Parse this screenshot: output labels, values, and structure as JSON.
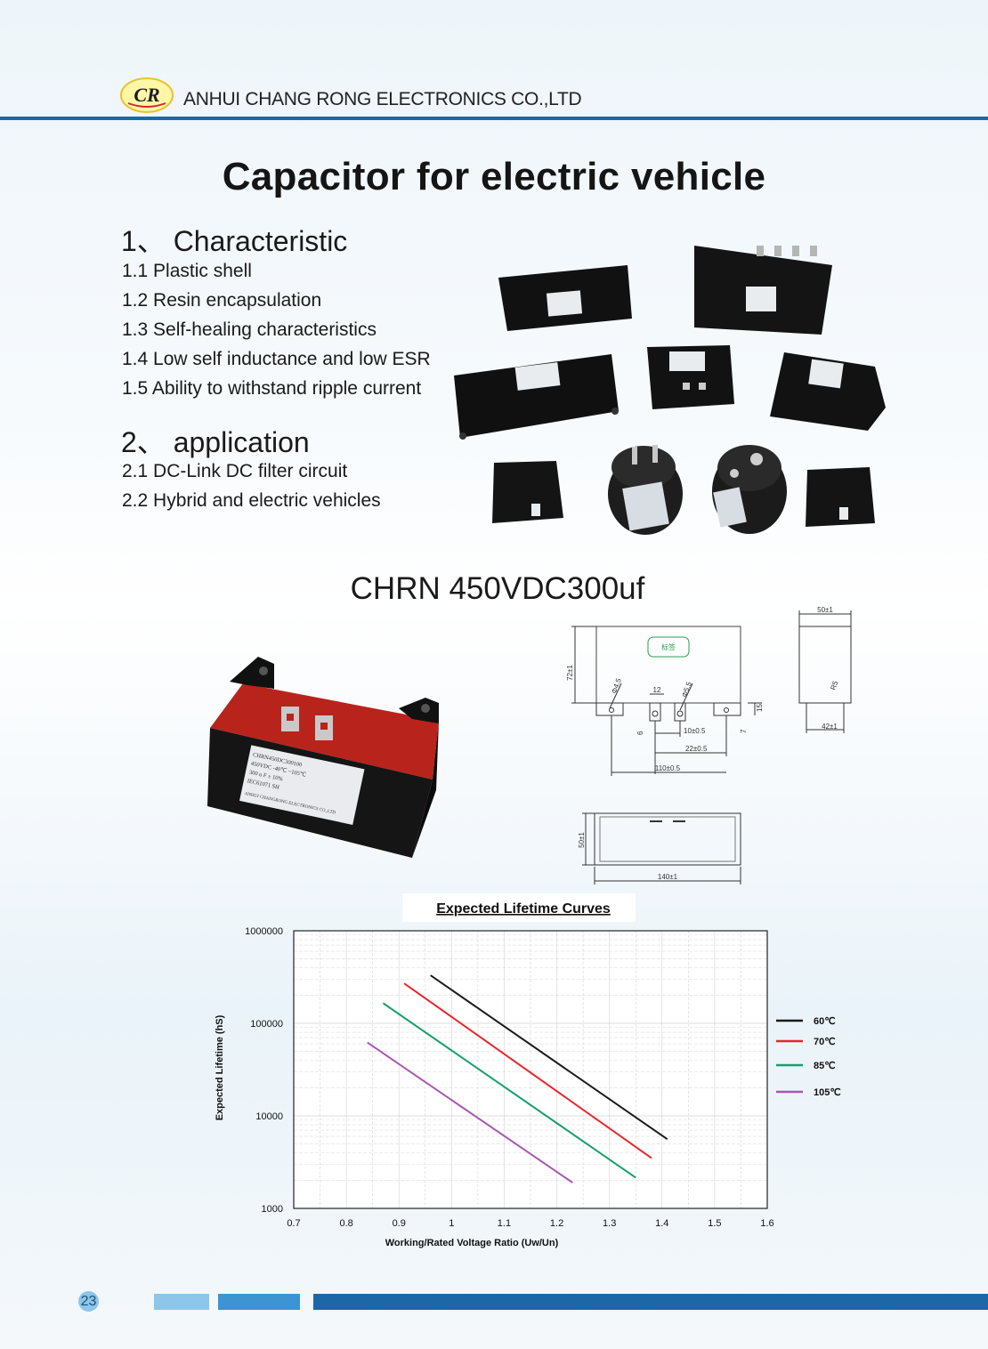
{
  "header": {
    "logo_text": "CR",
    "company": "ANHUI CHANG RONG ELECTRONICS CO.,LTD"
  },
  "title": "Capacitor for electric vehicle",
  "characteristic": {
    "heading": "1、 Characteristic",
    "items": [
      "1.1 Plastic shell",
      "1.2 Resin encapsulation",
      "1.3 Self-healing characteristics",
      "1.4 Low self inductance and low ESR",
      "1.5 Ability to withstand ripple current"
    ]
  },
  "application": {
    "heading": "2、 application",
    "items": [
      "2.1 DC-Link DC filter circuit",
      "2.2 Hybrid and electric vehicles"
    ]
  },
  "model": "CHRN 450VDC300uf",
  "product_label": {
    "lines": [
      "CHRN450DC300100",
      "450VDC  -40℃ ~105℃",
      "300 u F       ± 10%",
      "IEC61071      SH",
      "ANHUI CHANGRONG ELECTRONICS CO.,LTD"
    ]
  },
  "drawing": {
    "label_box": "标签",
    "dims": {
      "height": "72±1",
      "d1": "Φ4.5",
      "d2": "Φ5.5",
      "w12": "12",
      "h15": "15",
      "h6": "6",
      "h7": "7",
      "w10": "10±0.5",
      "w22": "22±0.5",
      "w110": "110±0.5",
      "side_width": "50±1",
      "side_r": "R5",
      "side_42": "42±1",
      "bottom_height": "50±1",
      "bottom_width": "140±1"
    }
  },
  "chart_data": {
    "type": "line",
    "title": "Expected Lifetime Curves",
    "xlabel": "Working/Rated Voltage Ratio (Uw/Un)",
    "ylabel": "Expected Lifetime (hS)",
    "xlim": [
      0.7,
      1.6
    ],
    "ylim": [
      1000,
      1000000
    ],
    "yscale": "log",
    "x_ticks": [
      "0.7",
      "0.8",
      "0.9",
      "1",
      "1.1",
      "1.2",
      "1.3",
      "1.4",
      "1.5",
      "1.6"
    ],
    "y_ticks": [
      "1000",
      "10000",
      "100000",
      "1000000"
    ],
    "grid": true,
    "legend_position": "right",
    "series": [
      {
        "name": "60℃",
        "color": "#1b1b1b",
        "points": [
          [
            0.96,
            330000
          ],
          [
            1.41,
            5600
          ]
        ]
      },
      {
        "name": "70℃",
        "color": "#e8262d",
        "points": [
          [
            0.91,
            270000
          ],
          [
            1.38,
            3500
          ]
        ]
      },
      {
        "name": "85℃",
        "color": "#16a06a",
        "points": [
          [
            0.87,
            165000
          ],
          [
            1.35,
            2150
          ]
        ]
      },
      {
        "name": "105℃",
        "color": "#a857b0",
        "points": [
          [
            0.84,
            62000
          ],
          [
            1.23,
            1900
          ]
        ]
      }
    ]
  },
  "footer": {
    "page_number": "23"
  },
  "colors": {
    "brand_blue": "#1c67a8",
    "light_blue": "#8dc6e9",
    "mid_blue": "#3c94d2"
  }
}
